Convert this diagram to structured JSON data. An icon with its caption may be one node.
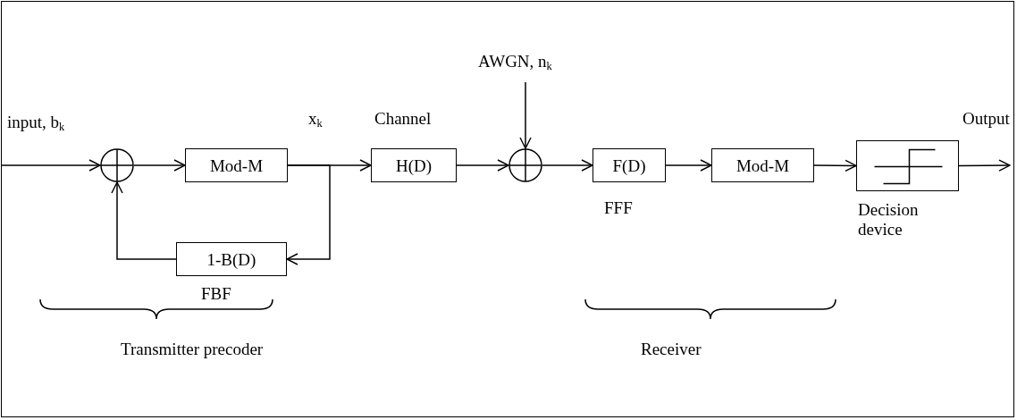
{
  "diagram": {
    "nodes": [
      {
        "text": [],
        "shape": "circle"
      },
      {
        "text": [
          "Mod-M"
        ]
      },
      {
        "text": [
          "1-B(D)"
        ],
        "beside": [
          "FBF"
        ]
      },
      {
        "text": [
          "H(D)"
        ],
        "beside": [
          "Channel"
        ]
      },
      {
        "text": [],
        "shape": "circle"
      },
      {
        "text": [
          "F(D)"
        ],
        "beside": [
          "FFF"
        ]
      },
      {
        "text": [
          "Mod-M"
        ]
      },
      {
        "text": [],
        "shape": "box",
        "beside": [
          "Decision device"
        ]
      }
    ],
    "edges": [
      {
        "from": null,
        "to": 0,
        "arrow": "to",
        "label": "input, b$_{k}$"
      },
      {
        "from": 0,
        "to": 1,
        "arrow": "to"
      },
      {
        "from": 1,
        "to": 3,
        "arrow": "to",
        "label": "x$_{k}$"
      },
      {
        "from": 1,
        "to": 2,
        "arrow": "to"
      },
      {
        "from": 2,
        "to": 0,
        "arrow": "to"
      },
      {
        "from": 3,
        "to": 4,
        "arrow": "to"
      },
      {
        "from": null,
        "to": 4,
        "arrow": "to",
        "label": "AWGN, n$_{k}$"
      },
      {
        "from": 4,
        "to": 5,
        "arrow": "to"
      },
      {
        "from": 5,
        "to": 6,
        "arrow": "to"
      },
      {
        "from": 6,
        "to": 7,
        "arrow": "to"
      },
      {
        "from": 7,
        "to": null,
        "arrow": "to",
        "label": "Output"
      }
    ],
    "labels": [
      "Transmitter precoder",
      "Receiver"
    ]
  }
}
